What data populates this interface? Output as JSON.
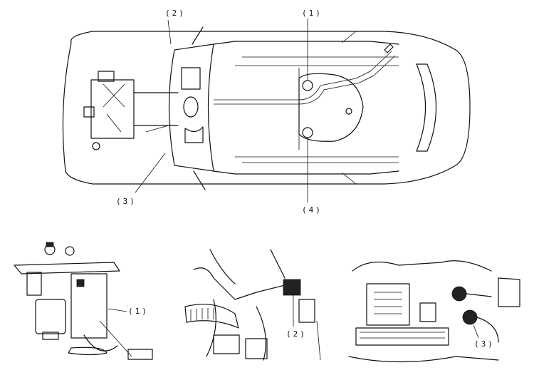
{
  "top_view": {
    "labels": {
      "l1": "(1)",
      "l2": "(2)",
      "l3": "(3)",
      "l4": "(4)"
    }
  },
  "detail_left": {
    "label": "(1)"
  },
  "detail_middle": {
    "label": "(2)"
  },
  "detail_right": {
    "label": "(3)"
  }
}
